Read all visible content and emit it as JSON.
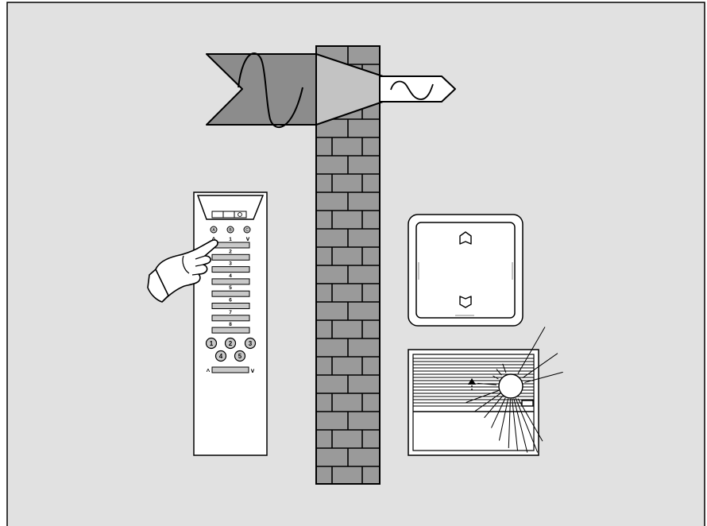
{
  "remote": {
    "channel_numbers": [
      "1",
      "2",
      "3",
      "4",
      "5",
      "6",
      "7",
      "8"
    ],
    "group_buttons": [
      "1",
      "2",
      "3",
      "4",
      "5"
    ],
    "up_mark": "^",
    "down_mark": "v",
    "top_button_letters": [
      "A",
      "B",
      "C"
    ]
  },
  "icons": {
    "hand": "pointing-hand-icon",
    "signal_wave_large": "sine-wave-icon",
    "signal_wave_small": "sine-wave-icon",
    "wall": "brick-wall-icon",
    "wall_switch": "blind-switch-icon",
    "window_blind": "window-blind-icon",
    "sun": "sun-icon"
  },
  "colors": {
    "background": "#e1e1e1",
    "frame": "#000000",
    "brick": "#9a9a9a",
    "signal_large": "#8c8c8c",
    "signal_cone": "#c3c3c3",
    "device": "#ffffff"
  }
}
